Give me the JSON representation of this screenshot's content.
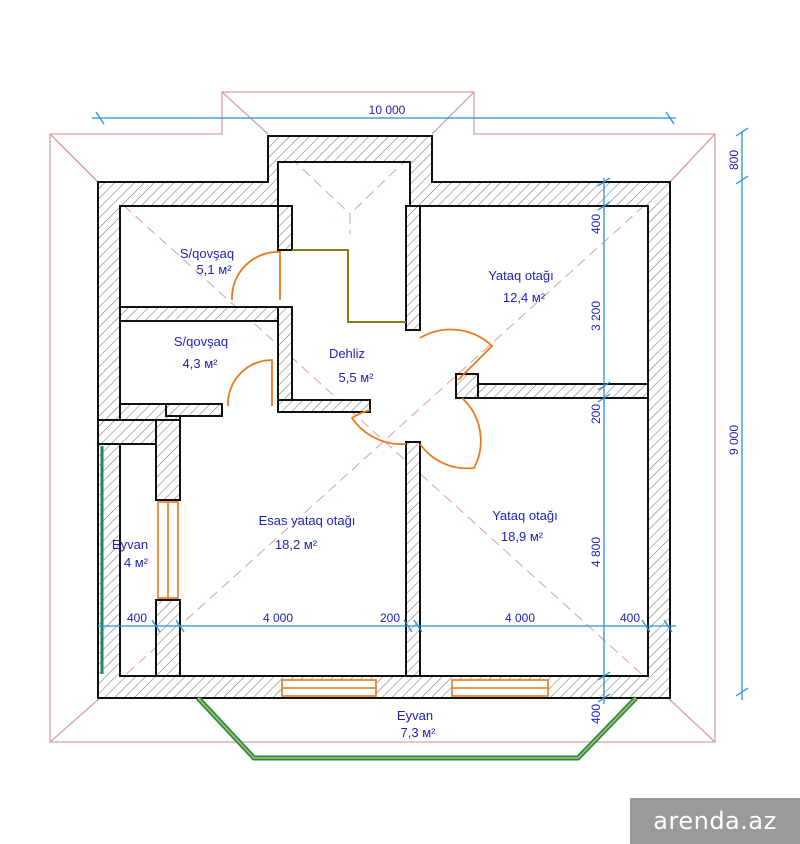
{
  "rooms": {
    "storage_1": {
      "name": "S/qovşaq",
      "area": "5,1 м²"
    },
    "storage_2": {
      "name": "S/qovşaq",
      "area": "4,3 м²"
    },
    "hallway": {
      "name": "Dehliz",
      "area": "5,5 м²"
    },
    "bedroom_top_right": {
      "name": "Yataq otağı",
      "area": "12,4 м²"
    },
    "master_bedroom": {
      "name": "Esas yataq otağı",
      "area": "18,2 м²"
    },
    "bedroom_bottom_right": {
      "name": "Yataq otağı",
      "area": "18,9 м²"
    },
    "balcony_left": {
      "name": "Eyvan",
      "area": "4 м²"
    },
    "balcony_bottom": {
      "name": "Eyvan",
      "area": "7,3 м²"
    }
  },
  "dimensions": {
    "top_total": "10 000",
    "right_total": "9 000",
    "right_top": "800",
    "seg_400_top": "400",
    "seg_3200": "3 200",
    "seg_200_mid": "200",
    "seg_4800": "4 800",
    "seg_400_bottom": "400",
    "h_400_left": "400",
    "h_4000_left": "4 000",
    "h_200": "200",
    "h_4000_right": "4 000",
    "h_400_right": "400"
  },
  "watermark": "arenda.az",
  "colors": {
    "wall": "#111111",
    "hatch": "#777777",
    "roof_line": "#d9a0a0",
    "door": "#e87a1e",
    "window": "#e87a1e",
    "label": "#1f1fb8",
    "dimension": "#2a8fd8",
    "balcony_rail": "#1f8a5a",
    "balcony_rail_inner": "#c9c040"
  }
}
